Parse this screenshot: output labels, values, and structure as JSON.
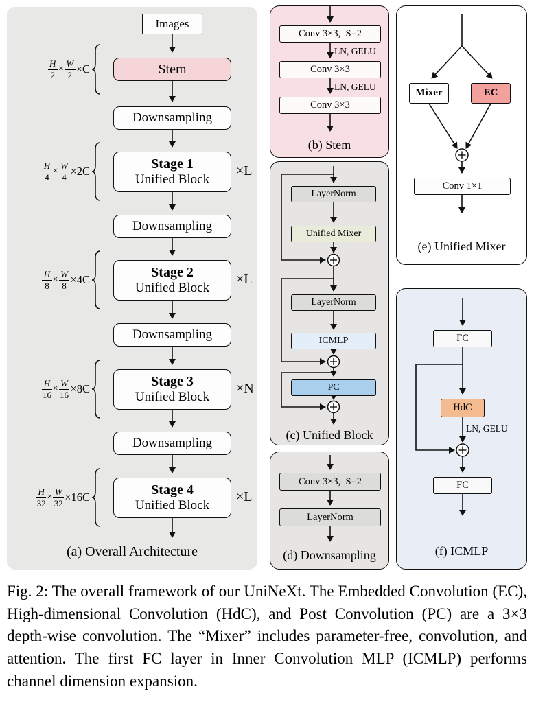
{
  "colors": {
    "panel_gray": "#e8e8e7",
    "panel_pink": "#f8dfe3",
    "panel_blue": "#e9edf6",
    "stem_pink": "#f5d5d8",
    "pc_blue": "#a9cfec",
    "ec_red": "#f2a19d",
    "hdc_orange": "#f5bb90",
    "mixer_green": "#e9ecda",
    "icmlp_blue": "#e4eef8"
  },
  "panel_a": {
    "caption": "(a) Overall Architecture",
    "images_label": "Images",
    "stem_label": "Stem",
    "downsampling_label": "Downsampling",
    "times": "×",
    "stem_dim": {
      "n1": "H",
      "d1": "2",
      "n2": "W",
      "d2": "2",
      "tail": "×C"
    },
    "stages": [
      {
        "title": "Stage 1",
        "subtitle": "Unified Block",
        "mult": "×L",
        "dim": {
          "n1": "H",
          "d1": "4",
          "n2": "W",
          "d2": "4",
          "tail": "×2C"
        }
      },
      {
        "title": "Stage 2",
        "subtitle": "Unified Block",
        "mult": "×L",
        "dim": {
          "n1": "H",
          "d1": "8",
          "n2": "W",
          "d2": "8",
          "tail": "×4C"
        }
      },
      {
        "title": "Stage 3",
        "subtitle": "Unified Block",
        "mult": "×N",
        "dim": {
          "n1": "H",
          "d1": "16",
          "n2": "W",
          "d2": "16",
          "tail": "×8C"
        }
      },
      {
        "title": "Stage 4",
        "subtitle": "Unified Block",
        "mult": "×L",
        "dim": {
          "n1": "H",
          "d1": "32",
          "n2": "W",
          "d2": "32",
          "tail": "×16C"
        }
      }
    ]
  },
  "panel_b": {
    "caption": "(b) Stem",
    "conv_s2": "Conv 3×3, S=2",
    "ln_gelu": "LN, GELU",
    "conv33": "Conv 3×3"
  },
  "panel_c": {
    "caption": "(c) Unified Block",
    "layernorm": "LayerNorm",
    "unified_mixer": "Unified Mixer",
    "icmlp": "ICMLP",
    "pc": "PC"
  },
  "panel_d": {
    "caption": "(d) Downsampling",
    "conv_s2": "Conv 3×3, S=2",
    "layernorm": "LayerNorm"
  },
  "panel_e": {
    "caption": "(e) Unified Mixer",
    "mixer": "Mixer",
    "ec": "EC",
    "conv11": "Conv 1×1"
  },
  "panel_f": {
    "caption": "(f) ICMLP",
    "fc": "FC",
    "hdc": "HdC",
    "ln_gelu": "LN, GELU"
  },
  "figure_caption": "Fig. 2: The overall framework of our UniNeXt. The Embedded Convolution (EC), High-dimensional Convolution (HdC), and Post Convolution (PC) are a 3×3 depth-wise convolution. The “Mixer” includes parameter-free, convolution, and attention. The first FC layer in Inner Convolution MLP (ICMLP) performs channel dimension expansion."
}
